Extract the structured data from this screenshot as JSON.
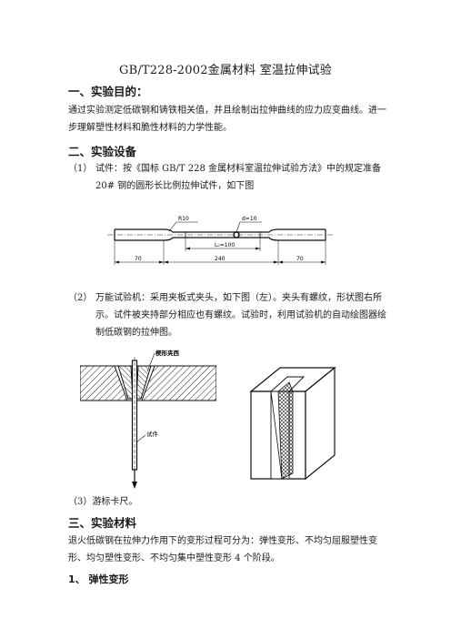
{
  "doc": {
    "title": "GB/T228-2002金属材料 室温拉伸试验",
    "s1": {
      "heading": "一、实验目的：",
      "text": "通过实验测定低碳钢和铸铁相关值，并且绘制出拉伸曲线的应力应变曲线。进一步理解塑性材料和脆性材料的力学性能。"
    },
    "s2": {
      "heading": "二、实验设备",
      "item1_num": "（1）",
      "item1_text": "试件：按《国标 GB/T 228 金属材料室温拉伸试验方法》中的规定准备 20# 钢的圆形长比例拉伸试件，如下图",
      "item2_num": "（2）",
      "item2_text": "万能试验机：采用夹板式夹头，如下图（左）。夹头有螺纹，形状图右所示。试件被夹持部分相应也有螺纹。试验时，利用试验机的自动绘图器绘制低碳钢的拉伸图。",
      "item3": "（3）游标卡尺。"
    },
    "s3": {
      "heading": "三、实验材料",
      "text": "退火低碳钢在拉伸力作用下的变形过程可分为：弹性变形、不均匀屈服塑性变形、均匀塑性变形、不均匀集中塑性变形 4 个阶段。"
    },
    "s4": {
      "heading": "1、 弹性变形"
    },
    "fig1": {
      "r_label": "R10",
      "d_label": "d=10",
      "gauge_label": "L₀=100",
      "dim_left": "70",
      "dim_mid": "240",
      "dim_right": "70"
    },
    "fig2": {
      "clamp_label": "楔形夹西",
      "specimen_label": "试件"
    }
  }
}
